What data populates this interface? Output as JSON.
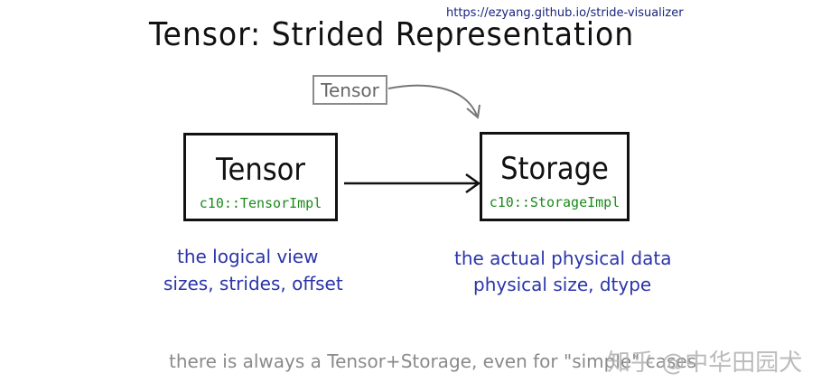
{
  "title": "Tensor: Strided Representation",
  "url": "https://ezyang.github.io/stride-visualizer",
  "small_box": {
    "label": "Tensor"
  },
  "tensor_box": {
    "title": "Tensor",
    "subtitle": "c10::TensorImpl"
  },
  "storage_box": {
    "title": "Storage",
    "subtitle": "c10::StorageImpl"
  },
  "tensor_notes": [
    "the logical view",
    "sizes, strides, offset"
  ],
  "storage_notes": [
    "the actual physical data",
    "physical size, dtype"
  ],
  "footer": "there is always a Tensor+Storage, even for \"simple\" cases",
  "watermark": "知乎 @中华田园犬",
  "colors": {
    "ink": "#111111",
    "green_code": "#1b8a1b",
    "blue_notes": "#2b35a8",
    "gray": "#8a8a8a",
    "url_blue": "#1a237e"
  }
}
